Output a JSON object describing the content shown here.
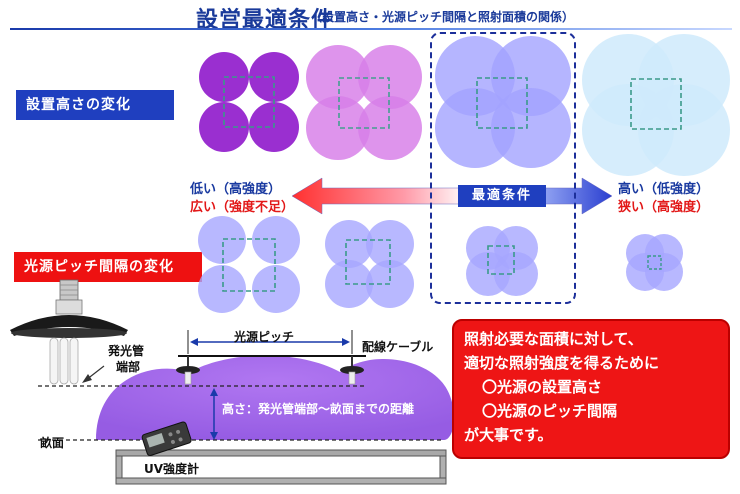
{
  "title": "設営最適条件",
  "subtitle": "（設置高さ・光源ピッチ間隔と照射面積の関係）",
  "labels": {
    "height_change": "設置高さの変化",
    "pitch_change": "光源ピッチ間隔の変化",
    "best_condition": "最適条件"
  },
  "left_side": {
    "line1": "低い（高強度）",
    "line2": "広い（強度不足）"
  },
  "right_side": {
    "line1": "高い（低強度）",
    "line2": "狭い（高強度）"
  },
  "bottom": {
    "lamp_tip": "発光管\n端部",
    "lamp_tip_l1": "発光管",
    "lamp_tip_l2": "端部",
    "pitch": "光源ピッチ",
    "cable": "配線ケーブル",
    "height_desc": "高さ：発光管端部～畝面までの距離",
    "ridge": "畝面",
    "meter": "UV強度計"
  },
  "callout": {
    "line1": "照射必要な面積に対して、",
    "line2": "適切な照射強度を得るために",
    "line3": "〇光源の設置高さ",
    "line4": "〇光源のピッチ間隔",
    "line5": "が大事です。"
  },
  "colors": {
    "title_blue": "#1a3a9a",
    "label_blue": "#1f3fbf",
    "label_red": "#ee1111",
    "dark_purple": "#9a2fd0",
    "pink_purple": "#d77ae8",
    "lavender": "#a6a6ff",
    "pale_blue": "#cde9fb"
  }
}
